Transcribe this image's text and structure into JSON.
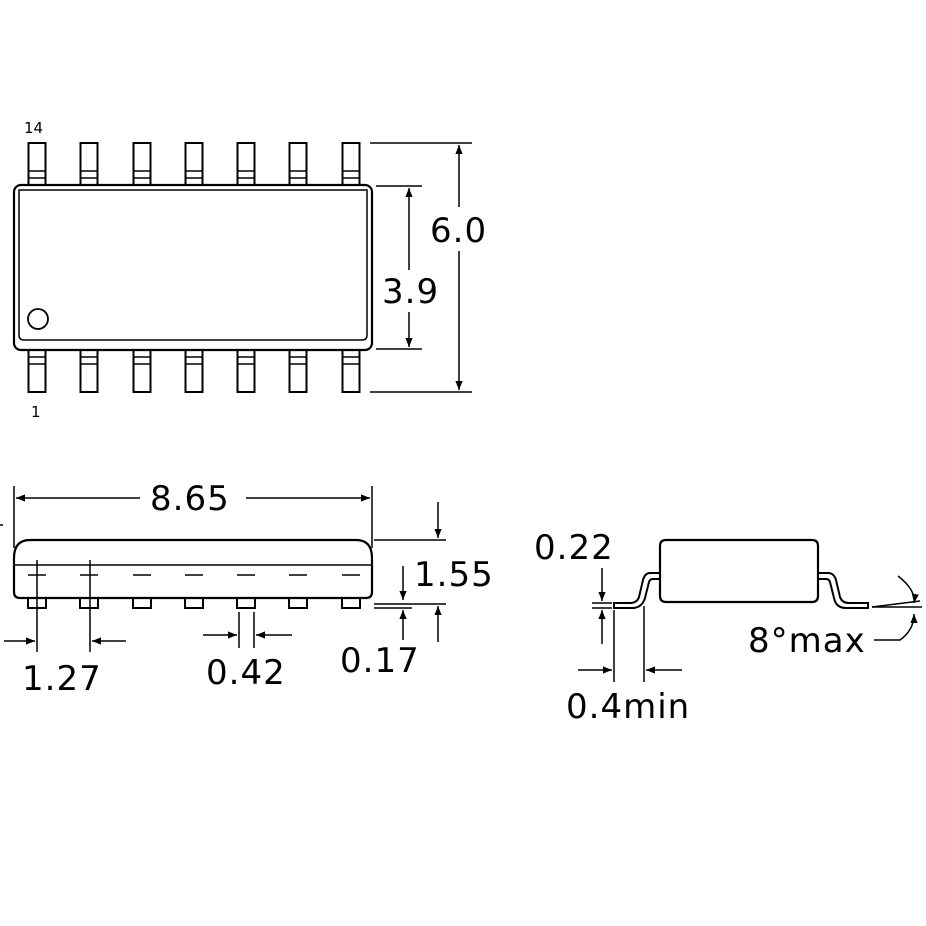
{
  "top_view": {
    "pin_top_label": "14",
    "pin_bottom_label": "1",
    "dim_width_overall": "6.0",
    "dim_body_width": "3.9"
  },
  "side_view": {
    "dim_length": "8.65",
    "dim_height": "1.55",
    "dim_pitch": "1.27",
    "dim_lead_width": "0.42",
    "dim_standoff": "0.17"
  },
  "end_view": {
    "dim_lead_thickness": "0.22",
    "dim_foot_length": "0.4min",
    "dim_angle": "8°max"
  }
}
